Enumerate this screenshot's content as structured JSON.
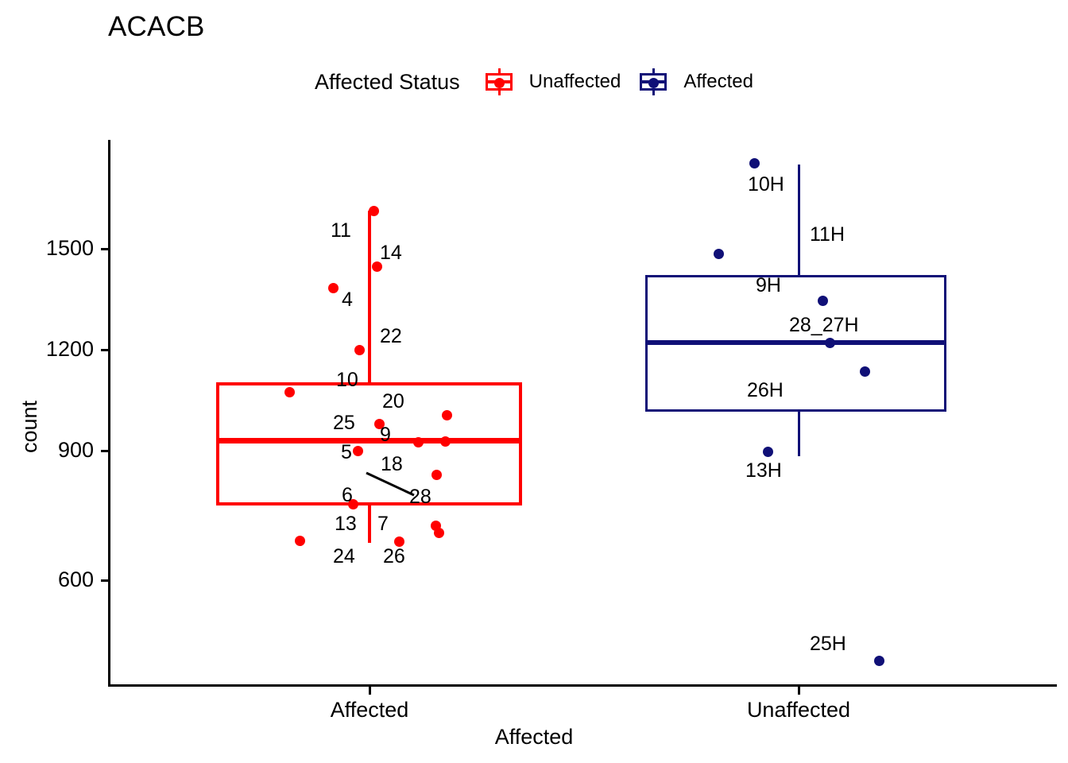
{
  "title": "ACACB",
  "legend": {
    "title": "Affected Status",
    "items": [
      {
        "label": "Unaffected",
        "color": "#FF0000",
        "icon": "boxplot-key-icon"
      },
      {
        "label": "Affected",
        "color": "#101077",
        "icon": "boxplot-key-icon"
      }
    ]
  },
  "axes": {
    "ylabel": "count",
    "xlabel": "Affected",
    "yticks": [
      "600",
      "900",
      "1200",
      "1500"
    ],
    "xticks": [
      "Affected",
      "Unaffected"
    ]
  },
  "chart_data": {
    "type": "box",
    "title": "ACACB",
    "xlabel": "Affected",
    "ylabel": "count",
    "ylim": [
      380,
      1660
    ],
    "yticks": [
      600,
      900,
      1200,
      1500
    ],
    "grid": false,
    "legend_position": "top-center",
    "categories": [
      "Affected",
      "Unaffected"
    ],
    "series": [
      {
        "name": "Unaffected",
        "category": "Affected",
        "color": "#FF0000",
        "box": {
          "lower_whisker": 683,
          "q1": 790,
          "median": 975,
          "q3": 1155,
          "upper_whisker": 1587
        },
        "points": [
          {
            "label": "11",
            "value": 1588
          },
          {
            "label": "14",
            "value": 1455
          },
          {
            "label": "4",
            "value": 1390
          },
          {
            "label": "22",
            "value": 1222
          },
          {
            "label": "10",
            "value": 1107
          },
          {
            "label": "20",
            "value": 1043
          },
          {
            "label": "25",
            "value": 1012
          },
          {
            "label": "9",
            "value": 987
          },
          {
            "label": "5",
            "value": 949
          },
          {
            "label": "18",
            "value": 975
          },
          {
            "label": "6",
            "value": 888
          },
          {
            "label": "28",
            "value": 800
          },
          {
            "label": "13",
            "value": 805
          },
          {
            "label": "7",
            "value": 728
          },
          {
            "label": "24",
            "value": 705
          },
          {
            "label": "26",
            "value": 700
          }
        ]
      },
      {
        "name": "Affected",
        "category": "Unaffected",
        "color": "#101077",
        "box": {
          "lower_whisker": 950,
          "q1": 1057,
          "median": 1243,
          "q3": 1460,
          "upper_whisker": 1660
        },
        "points": [
          {
            "label": "10H",
            "value": 1662
          },
          {
            "label": "11H",
            "value": 1492
          },
          {
            "label": "9H",
            "value": 1358
          },
          {
            "label": "28_27H",
            "value": 1238
          },
          {
            "label": "26H",
            "value": 1167
          },
          {
            "label": "13H",
            "value": 952
          },
          {
            "label": "25H",
            "value": 420
          }
        ]
      }
    ]
  },
  "point_labels": {
    "red": [
      "11",
      "14",
      "4",
      "22",
      "10",
      "20",
      "25",
      "9",
      "5",
      "18",
      "6",
      "28",
      "13",
      "7",
      "24",
      "26"
    ],
    "navy": [
      "10H",
      "11H",
      "9H",
      "28_27H",
      "26H",
      "13H",
      "25H"
    ]
  }
}
